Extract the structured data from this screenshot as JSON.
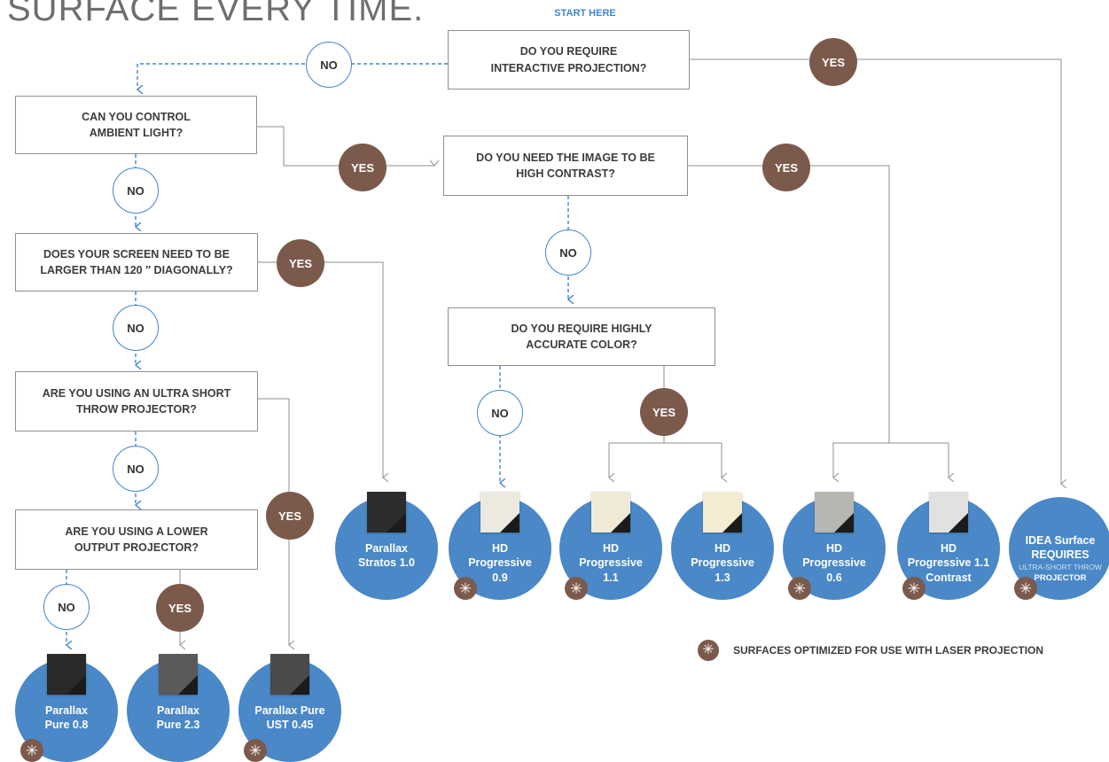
{
  "title": "SURFACE EVERY TIME.",
  "start_label": "START HERE",
  "colors": {
    "accent_blue": "#3f86cc",
    "product_blue": "#4a88c7",
    "yes_brown": "#7b5a4c",
    "line_gray": "#8f8f8f"
  },
  "questions": {
    "interactive": "DO YOU REQUIRE\nINTERACTIVE PROJECTION?",
    "ambient": "CAN YOU CONTROL\nAMBIENT LIGHT?",
    "contrast": "DO YOU NEED THE IMAGE TO BE\nHIGH CONTRAST?",
    "larger": "DOES YOUR SCREEN NEED TO BE\nLARGER THAN 120 ″ DIAGONALLY?",
    "accurate": "DO YOU REQUIRE HIGHLY\nACCURATE COLOR?",
    "ust": "ARE YOU USING AN ULTRA SHORT\nTHROW PROJECTOR?",
    "lower": "ARE YOU USING A LOWER\nOUTPUT PROJECTOR?"
  },
  "answers": {
    "yes": "YES",
    "no": "NO"
  },
  "products": {
    "parallax_stratos_10": {
      "name": "Parallax\nStratos 1.0",
      "laser": false,
      "swatch_color": "#2c2c2c"
    },
    "hd_progressive_09": {
      "name": "HD\nProgressive\n0.9",
      "laser": true,
      "swatch_color": "#ece9df"
    },
    "hd_progressive_11": {
      "name": "HD\nProgressive\n1.1",
      "laser": true,
      "swatch_color": "#efe9d6"
    },
    "hd_progressive_13": {
      "name": "HD\nProgressive\n1.3",
      "laser": false,
      "swatch_color": "#f3ecd2"
    },
    "hd_progressive_06": {
      "name": "HD\nProgressive\n0.6",
      "laser": true,
      "swatch_color": "#b7b6b1"
    },
    "hd_progressive_11_contrast": {
      "name": "HD\nProgressive 1.1\nContrast",
      "laser": true,
      "swatch_color": "#e1e1df"
    },
    "parallax_pure_08": {
      "name": "Parallax\nPure 0.8",
      "laser": true,
      "swatch_color": "#2a2a2a"
    },
    "parallax_pure_23": {
      "name": "Parallax\nPure 2.3",
      "laser": false,
      "swatch_color": "#5a5a5a"
    },
    "parallax_pure_ust_045": {
      "name": "Parallax Pure\nUST 0.45",
      "laser": true,
      "swatch_color": "#4a4a4a"
    }
  },
  "idea_surface": {
    "line1": "IDEA Surface",
    "line2": "REQUIRES",
    "line3": "ULTRA-SHORT THROW",
    "line4": "PROJECTOR",
    "laser": true
  },
  "legend": {
    "icon": "asterisk-icon",
    "text": "SURFACES OPTIMIZED FOR USE WITH LASER PROJECTION"
  },
  "laser_icon_glyph": "✳"
}
